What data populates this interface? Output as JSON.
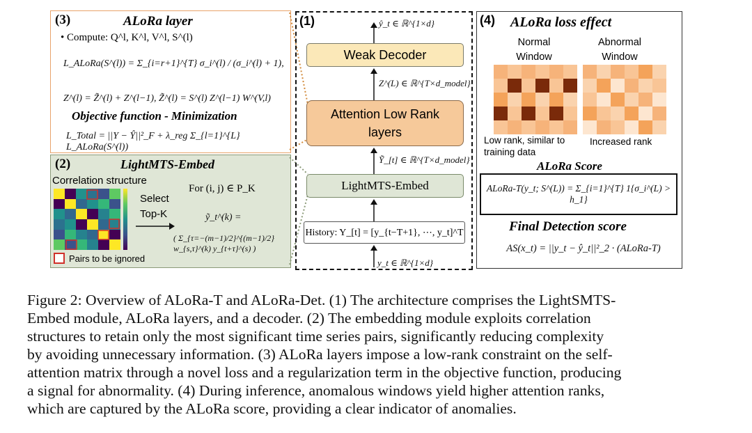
{
  "panel3": {
    "num": "(3)",
    "title": "ALoRa layer",
    "compute": "• Compute: Q^l, K^l, V^l, S^(l)",
    "eq_aloRa": "L_ALoRa(S^(l)) = Σ_{i=r+1}^{T} σ_i^(l) / (σ_i^(l) + 1),",
    "eq_z": "Z^(l) = Z̃^(l) + Z^(l−1), Z̃^(l) = S^(l) Z^(l−1) W^(V,l)",
    "objective": "Objective function - Minimization",
    "eq_total": "L_Total = ||Y − Ŷ||²_F + λ_reg Σ_{l=1}^{L} L_ALoRa(S^(l))"
  },
  "panel2": {
    "num": "(2)",
    "title": "LightMTS-Embed",
    "corr": "Correlation structure",
    "select": "Select",
    "topk": "Top-K",
    "for": "For (i, j) ∈ P_K",
    "eq1": "ỹ_t^(k) =",
    "eq2": "( Σ_{τ=−(m−1)/2}^{(m−1)/2} w_{s,τ}^(k) y_{t+τ}^(s) )",
    "legend": "Pairs to be ignored"
  },
  "panel1": {
    "num": "(1)",
    "out_label": "ŷ_t ∈ ℝ^{1×d}",
    "weak_decoder": "Weak Decoder",
    "z_label": "Z^(L) ∈ ℝ^{T×d_model}",
    "attention": "Attention Low Rank layers",
    "ytilde_label": "Ỹ_[t] ∈ ℝ^{T×d_model}",
    "embed": "LightMTS-Embed",
    "history": "History: Y_[t] = [y_{t−T+1}, ⋯, y_t]^T",
    "in_label": "y_t ∈ ℝ^{1×d}"
  },
  "panel4": {
    "num": "(4)",
    "title": "ALoRa loss effect",
    "normal": "Normal Window",
    "abnormal": "Abnormal Window",
    "low_rank": "Low rank, similar to training data",
    "increased": "Increased rank",
    "score_title": "ALoRa Score",
    "score_eq": "ALoRa-T(y_t; S^(L)) = Σ_{i=1}^{T} 1{σ_i^(L) > h_1}",
    "final_title": "Final Detection score",
    "final_eq": "AS(x_t) = ||y_t − ŷ_t||²_2 · (ALoRa-T)"
  },
  "caption": [
    "Figure 2: Overview of ALoRa-T and ALoRa-Det. (1) The architecture comprises the LightSMTS-",
    "Embed module, ALoRa layers, and a decoder. (2) The embedding module exploits correlation",
    "structures to retain only the most significant time series pairs, significantly reducing complexity",
    "by avoiding unnecessary information. (3) ALoRa layers impose a low-rank constraint on the self-",
    "attention matrix through a novel loss and a regularization term in the objective function, producing",
    "a signal for abnormality. (4) During inference, anomalous windows yield higher attention ranks,",
    "which are captured by the ALoRa score, providing a clear indicator of anomalies."
  ],
  "colors": {
    "orange_border": "#e8a36a",
    "green_bg": "#dfe6d6",
    "green_border": "#8a9a78",
    "weak_decoder_fill": "#fbe8b8",
    "attention_fill": "#f6c99a",
    "embed_fill": "#dfe6d6"
  }
}
